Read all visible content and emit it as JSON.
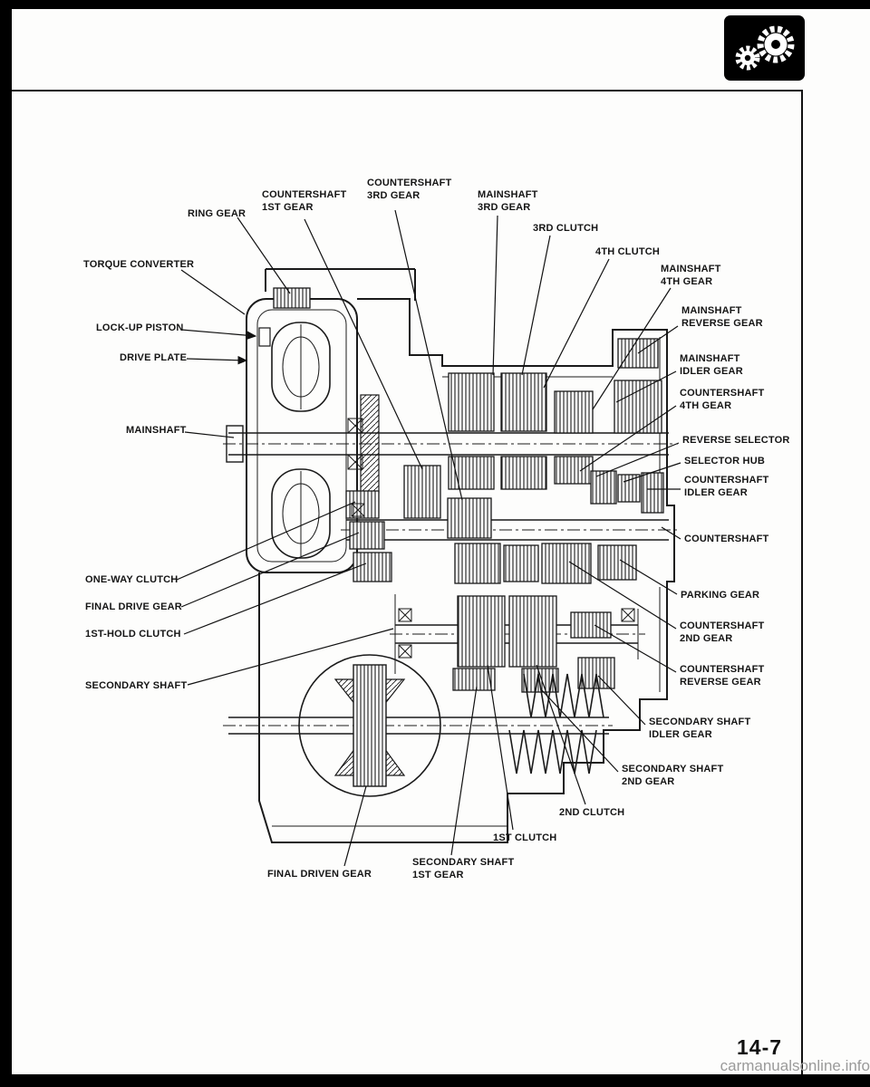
{
  "page": {
    "number": "14-7",
    "watermark": "carmanualsonline.info"
  },
  "corner_icon": "gears-icon",
  "diagram": {
    "description": "Automatic transmission cutaway cross-section",
    "labels": {
      "torque_converter": "TORQUE CONVERTER",
      "lock_up_piston": "LOCK-UP PISTON",
      "drive_plate": "DRIVE PLATE",
      "mainshaft": "MAINSHAFT",
      "ring_gear": "RING GEAR",
      "countershaft_1st_gear": "COUNTERSHAFT\n1ST GEAR",
      "countershaft_3rd_gear": "COUNTERSHAFT\n3RD GEAR",
      "mainshaft_3rd_gear": "MAINSHAFT\n3RD GEAR",
      "third_clutch": "3RD CLUTCH",
      "fourth_clutch": "4TH CLUTCH",
      "mainshaft_4th_gear": "MAINSHAFT\n4TH GEAR",
      "mainshaft_reverse_gear": "MAINSHAFT\nREVERSE GEAR",
      "mainshaft_idler_gear": "MAINSHAFT\nIDLER GEAR",
      "countershaft_4th_gear": "COUNTERSHAFT\n4TH GEAR",
      "reverse_selector": "REVERSE SELECTOR",
      "selector_hub": "SELECTOR HUB",
      "countershaft_idler_gear": "COUNTERSHAFT\nIDLER GEAR",
      "countershaft": "COUNTERSHAFT",
      "parking_gear": "PARKING GEAR",
      "countershaft_2nd_gear": "COUNTERSHAFT\n2ND GEAR",
      "countershaft_reverse_gear": "COUNTERSHAFT\nREVERSE GEAR",
      "secondary_shaft_idler_gear": "SECONDARY SHAFT\nIDLER GEAR",
      "secondary_shaft_2nd_gear": "SECONDARY SHAFT\n2ND GEAR",
      "second_clutch": "2ND CLUTCH",
      "first_clutch": "1ST CLUTCH",
      "secondary_shaft_1st_gear": "SECONDARY SHAFT\n1ST GEAR",
      "final_driven_gear": "FINAL DRIVEN GEAR",
      "one_way_clutch": "ONE-WAY CLUTCH",
      "final_drive_gear": "FINAL DRIVE GEAR",
      "first_hold_clutch": "1ST-HOLD CLUTCH",
      "secondary_shaft": "SECONDARY SHAFT"
    }
  }
}
